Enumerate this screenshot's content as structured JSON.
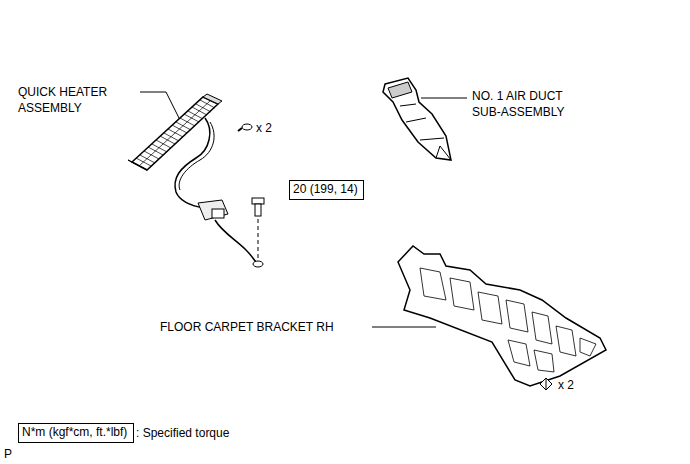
{
  "diagram": {
    "nodes": [
      {
        "text": [
          "20 (199, 14)"
        ]
      },
      {
        "text": [
          "N*m (kgf*cm, ft.*lbf)"
        ]
      }
    ],
    "labels": [
      "QUICK HEATER ASSEMBLY",
      "x 2",
      "NO. 1 AIR DUCT SUB-ASSEMBLY",
      "FLOOR CARPET BRACKET RH",
      "x 2",
      ": Specified torque",
      "P"
    ]
  }
}
